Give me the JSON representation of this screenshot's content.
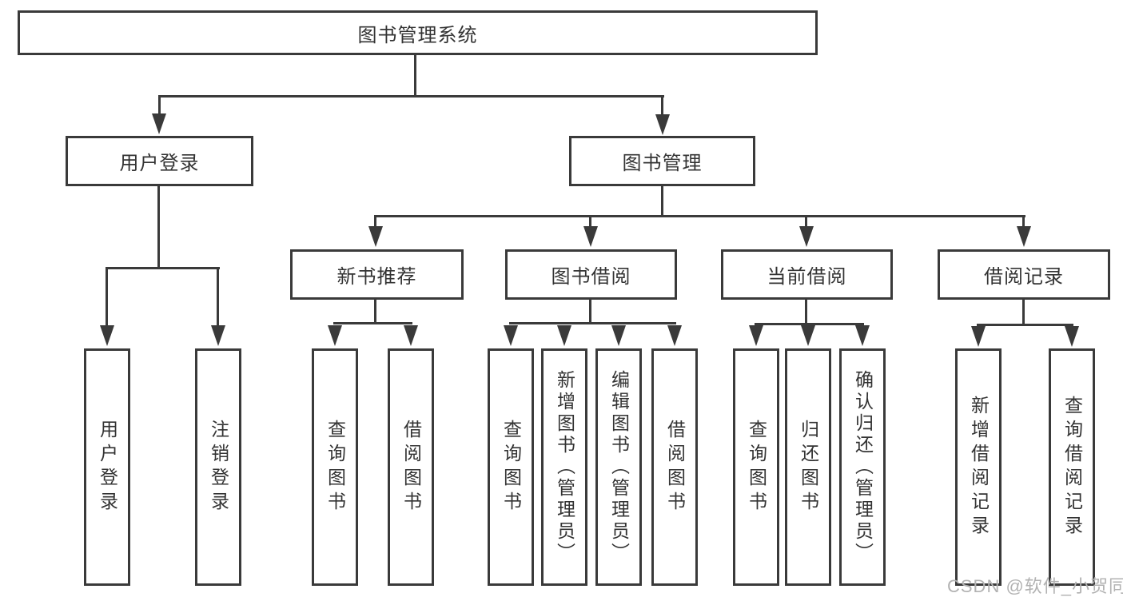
{
  "diagram": {
    "root": {
      "label": "图书管理系统"
    },
    "branches": [
      {
        "label": "用户登录",
        "children": [
          "用户登录",
          "注销登录"
        ]
      },
      {
        "label": "图书管理"
      }
    ],
    "modules": [
      {
        "label": "新书推荐",
        "children": [
          "查询图书",
          "借阅图书"
        ]
      },
      {
        "label": "图书借阅",
        "children": [
          "查询图书",
          "新增图书（管理员）",
          "编辑图书（管理员）",
          "借阅图书"
        ]
      },
      {
        "label": "当前借阅",
        "children": [
          "查询图书",
          "归还图书",
          "确认归还（管理员）"
        ]
      },
      {
        "label": "借阅记录",
        "children": [
          "新增借阅记录",
          "查询借阅记录"
        ]
      }
    ]
  },
  "watermark": "CSDN @软件_小贺同学",
  "colors": {
    "line": "#3a3a3a",
    "text": "#333333",
    "watermark": "#b2b2b2",
    "background": "#ffffff"
  }
}
